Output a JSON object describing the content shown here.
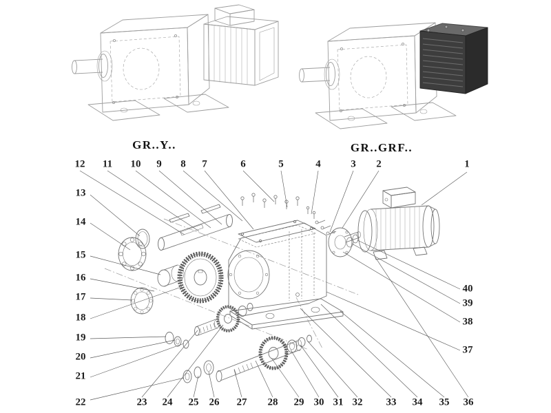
{
  "variants": {
    "left_label": "GR..Y..",
    "right_label": "GR..GRF.."
  },
  "callouts": {
    "top": [
      "12",
      "11",
      "10",
      "9",
      "8",
      "7",
      "6",
      "5",
      "4",
      "3",
      "2",
      "1"
    ],
    "left": [
      "13",
      "14",
      "15",
      "16",
      "17",
      "18",
      "19",
      "20",
      "21"
    ],
    "corner": "22",
    "bottom": [
      "23",
      "24",
      "25",
      "26",
      "27",
      "28",
      "29",
      "30",
      "31",
      "32",
      "33",
      "34",
      "35",
      "36"
    ],
    "right": [
      "40",
      "39",
      "38",
      "37"
    ]
  },
  "colors": {
    "line_gray": "#9c9c9c",
    "part_line": "#737373",
    "leader_line": "#5a5a5a",
    "dark_cover": "#3d3d3d",
    "text": "#1c1c1c"
  }
}
